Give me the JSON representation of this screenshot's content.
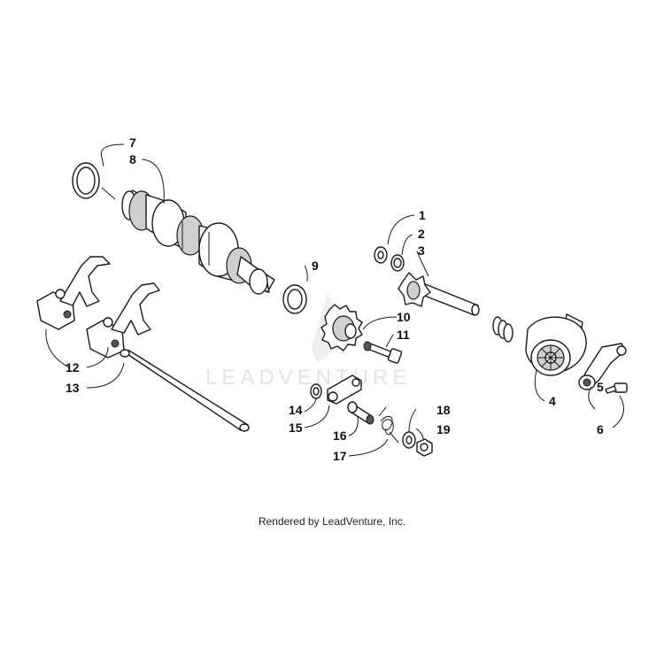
{
  "callouts": {
    "c1": "1",
    "c2": "2",
    "c3": "3",
    "c4": "4",
    "c5": "5",
    "c6": "6",
    "c7": "7",
    "c8": "8",
    "c9": "9",
    "c10": "10",
    "c11": "11",
    "c12": "12",
    "c13": "13",
    "c14": "14",
    "c15": "15",
    "c16": "16",
    "c17": "17",
    "c18": "18",
    "c19": "19"
  },
  "watermark": "LEADVENTURE",
  "footer": "Rendered by LeadVenture, Inc."
}
